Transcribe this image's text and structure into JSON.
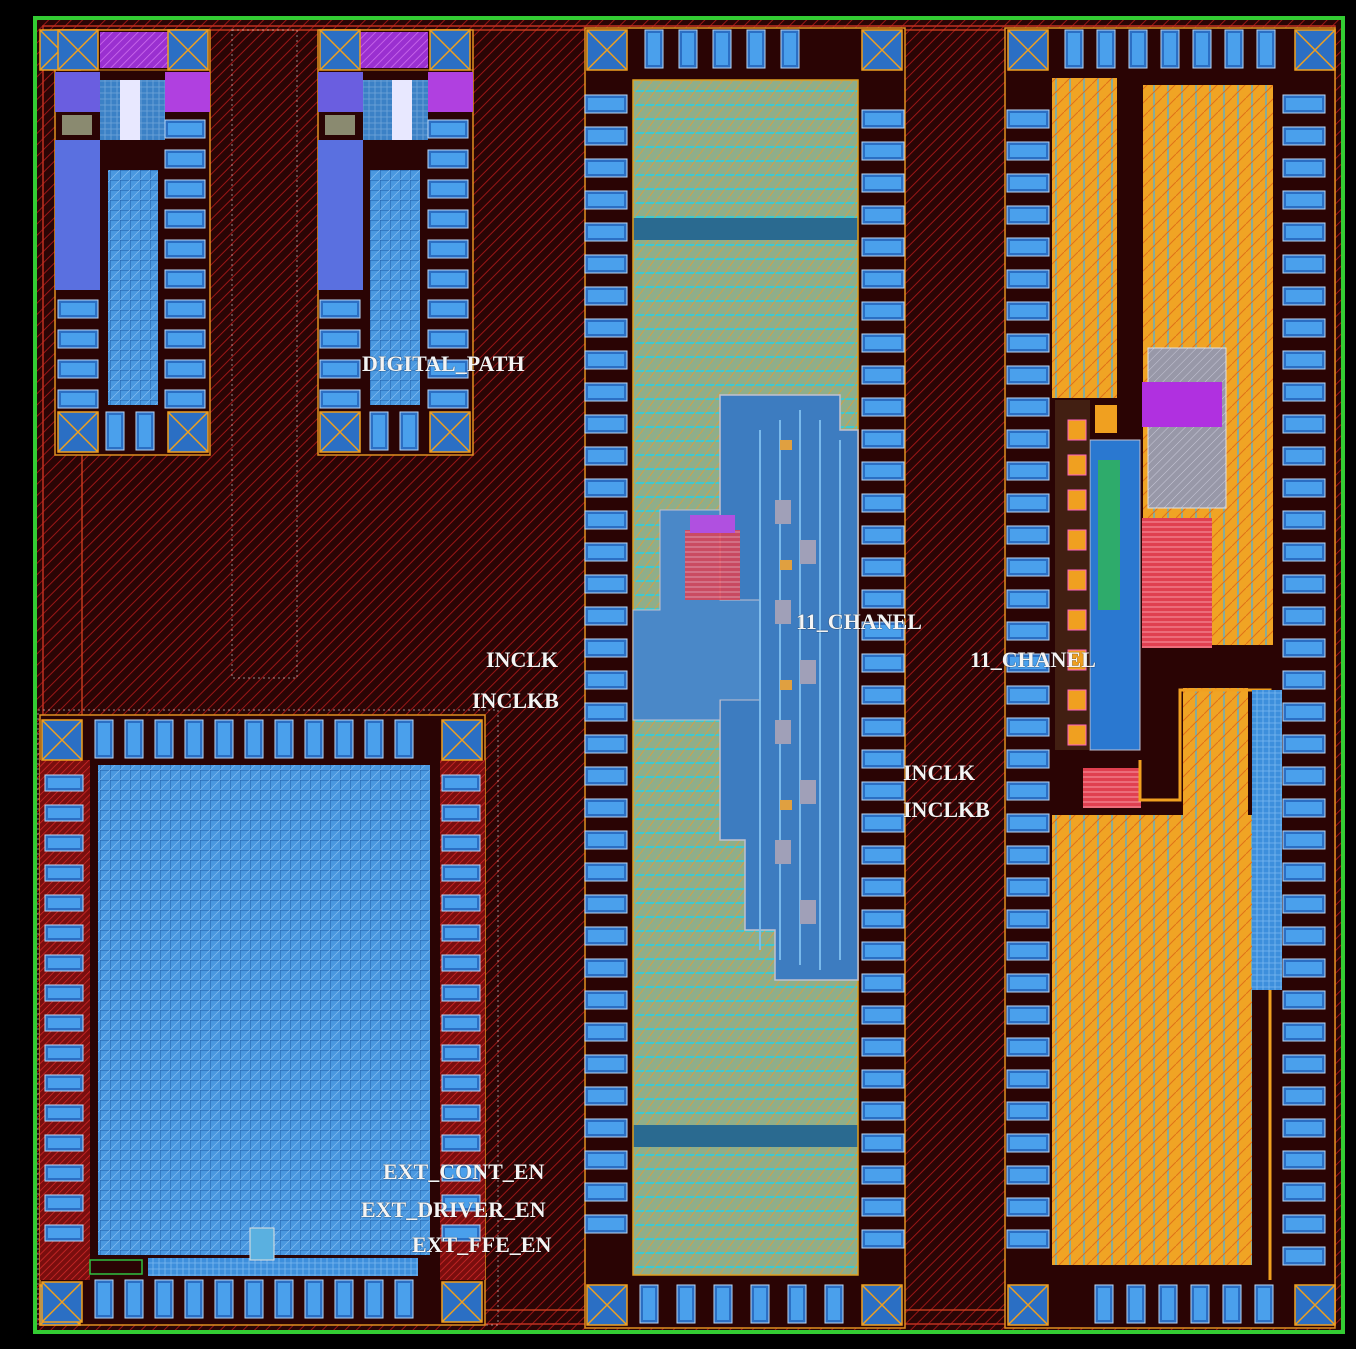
{
  "colors": {
    "background": "#000000",
    "substrate": "#3a0808",
    "hatch": "#8a1414",
    "boundary_green": "#33cc33",
    "pad_blue": "#3a8fe0",
    "pad_fill": "#2b6fc4",
    "pad_ring_red": "#b01818",
    "orange": "#f0a020",
    "magenta": "#b040e0",
    "cyan": "#30d0d0"
  },
  "labels": {
    "digital_path": "DIGITAL_PATH",
    "channel_center": "11_CHANEL",
    "channel_right": "11_CHANEL",
    "inclk_left": "INCLK",
    "inclkb_left": "INCLKB",
    "inclk_mid": "INCLK",
    "inclkb_mid": "INCLKB",
    "ext_cont_en": "EXT_CONT_EN",
    "ext_driver_en": "EXT_DRIVER_EN",
    "ext_ffe_en": "EXT_FFE_EN"
  }
}
